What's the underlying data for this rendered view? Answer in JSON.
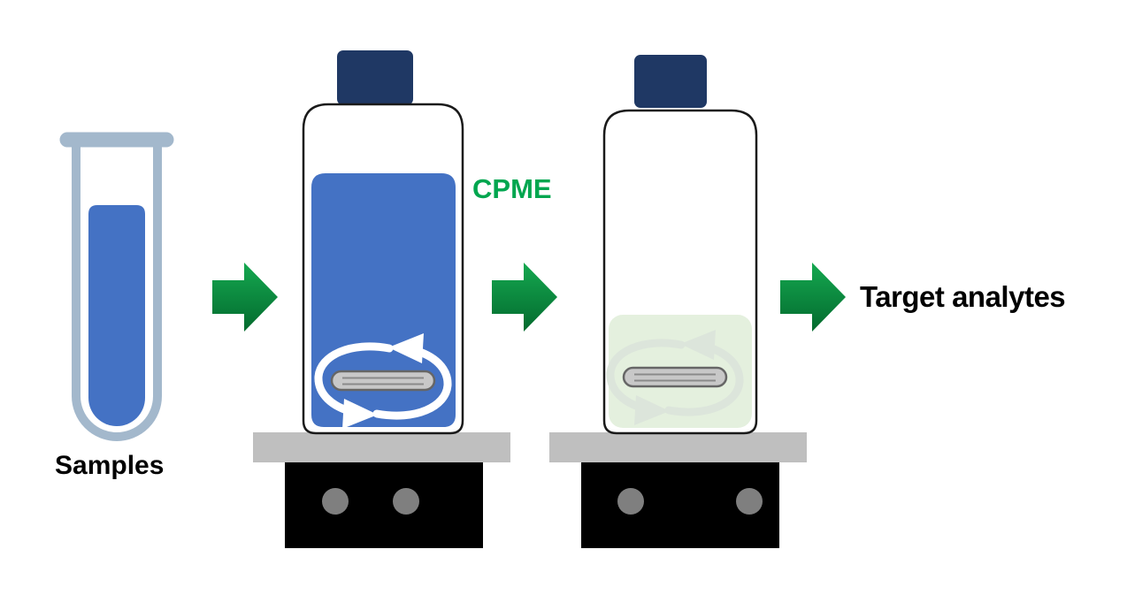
{
  "labels": {
    "samples": "Samples",
    "solvent": "CPME",
    "output": "Target analytes"
  },
  "colors": {
    "sample_blue": "#4472C4",
    "cap_navy": "#1F3864",
    "extract_green": "#E3EFDC",
    "arrow_light": "#15A850",
    "arrow_dark": "#036A2E",
    "label_green": "#00A64F",
    "plate_gray": "#BFBFBF",
    "base_black": "#000000",
    "knob_gray": "#7F7F7F",
    "tube_outline": "#A3B8CC",
    "bottle_outline": "#1A1A1A",
    "stir_bar_gray": "#C8C8C8",
    "rotation_arrow_white": "#FFFFFF",
    "rotation_arrow_faint": "#DCE5DB"
  }
}
